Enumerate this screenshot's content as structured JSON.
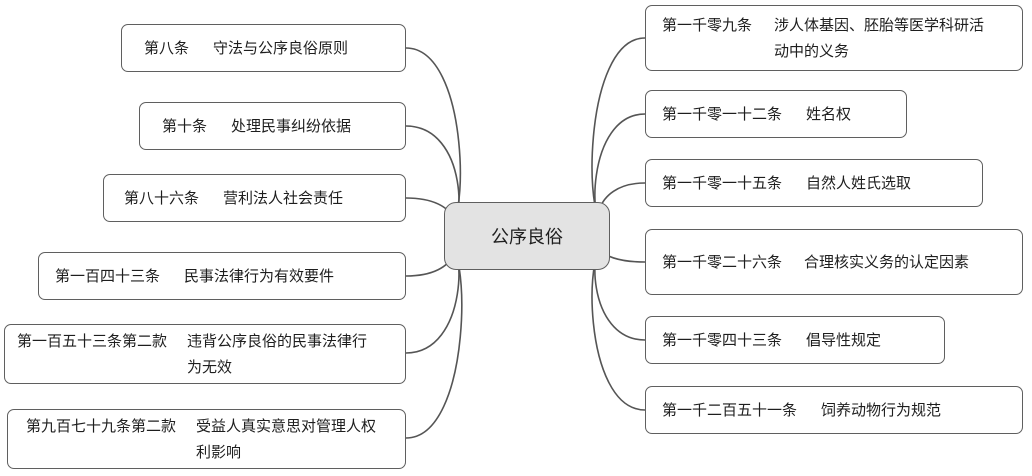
{
  "central": {
    "label": "公序良俗"
  },
  "left": [
    {
      "num": "第八条",
      "text": "守法与公序良俗原则"
    },
    {
      "num": "第十条",
      "text": "处理民事纠纷依据"
    },
    {
      "num": "第八十六条",
      "text": "营利法人社会责任"
    },
    {
      "num": "第一百四十三条",
      "text": "民事法律行为有效要件"
    },
    {
      "num": "第一百五十三条第二款",
      "text": "违背公序良俗的民事法律行为无效"
    },
    {
      "num": "第九百七十九条第二款",
      "text": "受益人真实意思对管理人权利影响"
    }
  ],
  "right": [
    {
      "num": "第一千零九条",
      "text": "涉人体基因、胚胎等医学科研活动中的义务"
    },
    {
      "num": "第一千零一十二条",
      "text": "姓名权"
    },
    {
      "num": "第一千零一十五条",
      "text": "自然人姓氏选取"
    },
    {
      "num": "第一千零二十六条",
      "text": "合理核实义务的认定因素"
    },
    {
      "num": "第一千零四十三条",
      "text": "倡导性规定"
    },
    {
      "num": "第一千二百五十一条",
      "text": "饲养动物行为规范"
    }
  ]
}
